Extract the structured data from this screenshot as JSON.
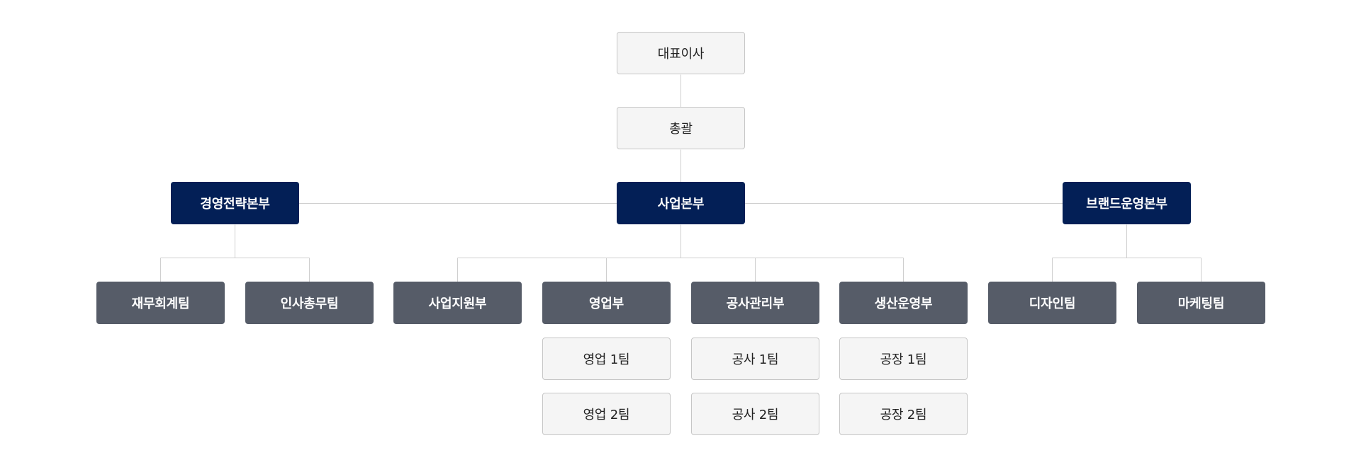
{
  "colors": {
    "division": "#031f56",
    "department": "#565c68",
    "light_box": "#f5f5f5",
    "connector": "#cfcfcf"
  },
  "org": {
    "ceo": "대표이사",
    "general": "총괄",
    "divisions": {
      "management": "경영전략본부",
      "business": "사업본부",
      "brand": "브랜드운영본부"
    },
    "departments": {
      "finance": "재무회계팀",
      "hr": "인사총무팀",
      "biz_support": "사업지원부",
      "sales": "영업부",
      "construction": "공사관리부",
      "production": "생산운영부",
      "design": "디자인팀",
      "marketing": "마케팅팀"
    },
    "teams": {
      "sales_1": "영업 1팀",
      "sales_2": "영업 2팀",
      "construction_1": "공사 1팀",
      "construction_2": "공사 2팀",
      "factory_1": "공장 1팀",
      "factory_2": "공장 2팀"
    }
  }
}
